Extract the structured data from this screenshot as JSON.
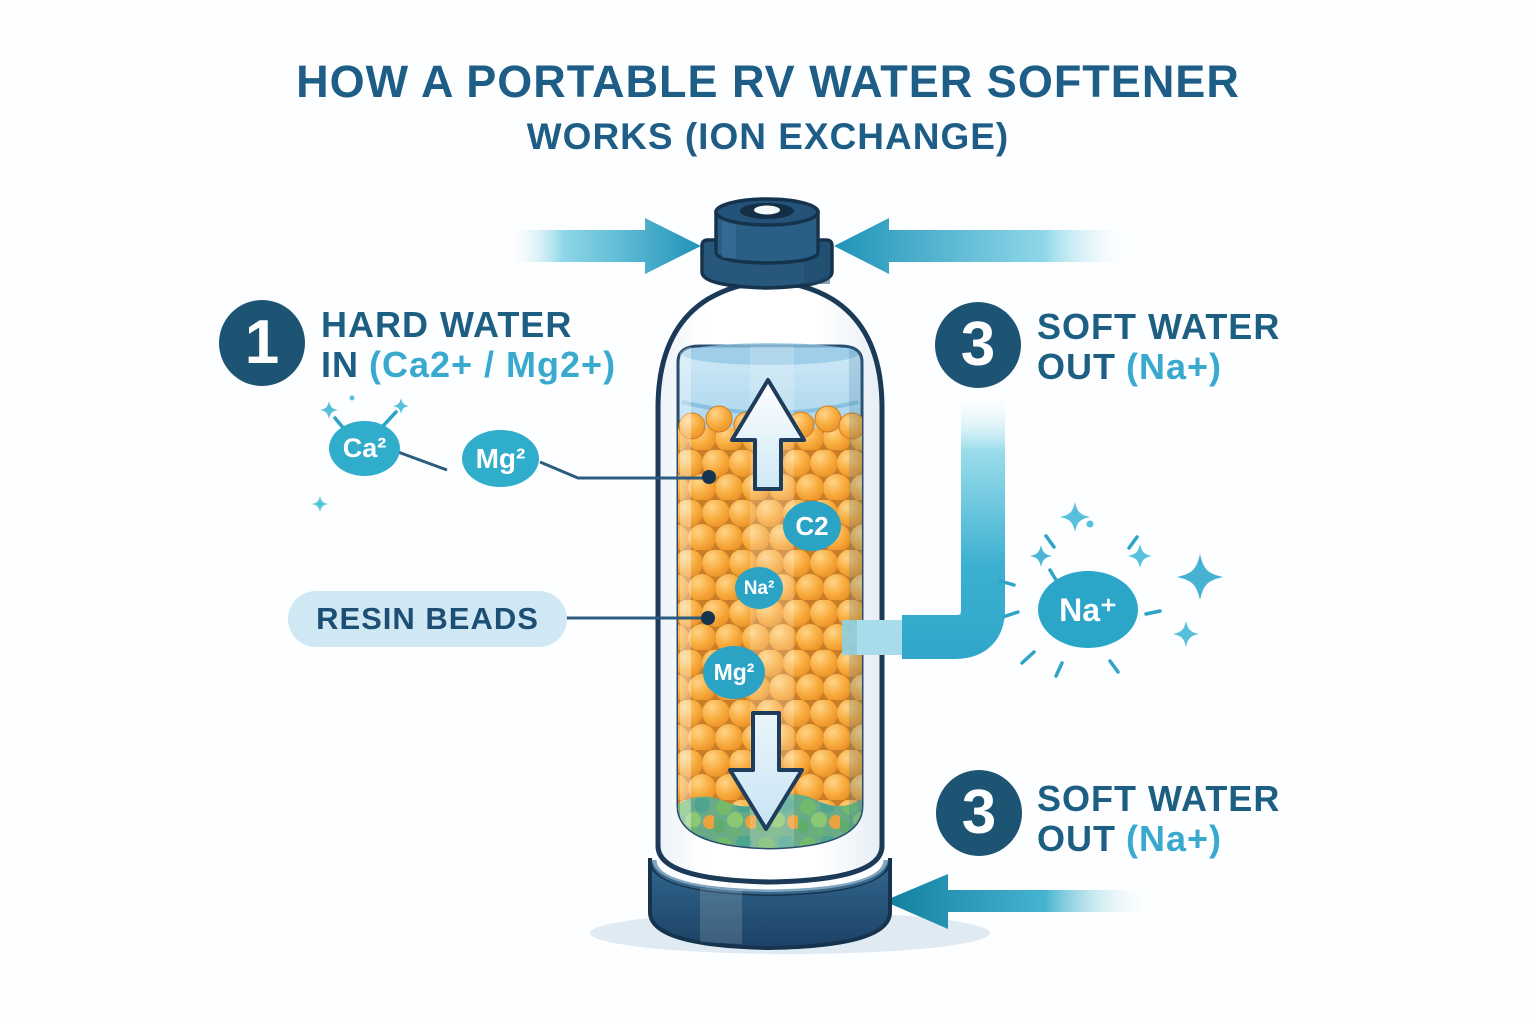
{
  "title": {
    "line1": "HOW A PORTABLE RV WATER SOFTENER",
    "line2": "WORKS (ION EXCHANGE)"
  },
  "steps": {
    "hard_water_in": {
      "number": "1",
      "line1": "HARD WATER",
      "line2": "IN",
      "formula": "(Ca2+ / Mg2+)"
    },
    "soft_water_out_top": {
      "number": "3",
      "line1": "SOFT WATER",
      "line2": "OUT",
      "formula": "(Na+)"
    },
    "soft_water_out_bottom": {
      "number": "3",
      "line1": "SOFT WATER",
      "line2": "OUT",
      "formula": "(Na+)"
    }
  },
  "tank": {
    "resin_label": "RESIN BEADS",
    "ions_inside": {
      "c2": "C2",
      "na": "Na²",
      "mg": "Mg²"
    }
  },
  "ions_outside": {
    "ca": "Ca²",
    "mg": "Mg²",
    "na": "Na⁺"
  },
  "colors": {
    "heading": "#1e5d85",
    "badge": "#1d5373",
    "ion_teal": "#2ba7c8",
    "formula_teal": "#39a9ce",
    "arrow_teal": "#1f93b8",
    "resin_orange": "#f8ab3c",
    "tank_outline": "#1b3a58",
    "base_blue": "#2a5d84",
    "pill_bg": "#cfe8f3"
  }
}
